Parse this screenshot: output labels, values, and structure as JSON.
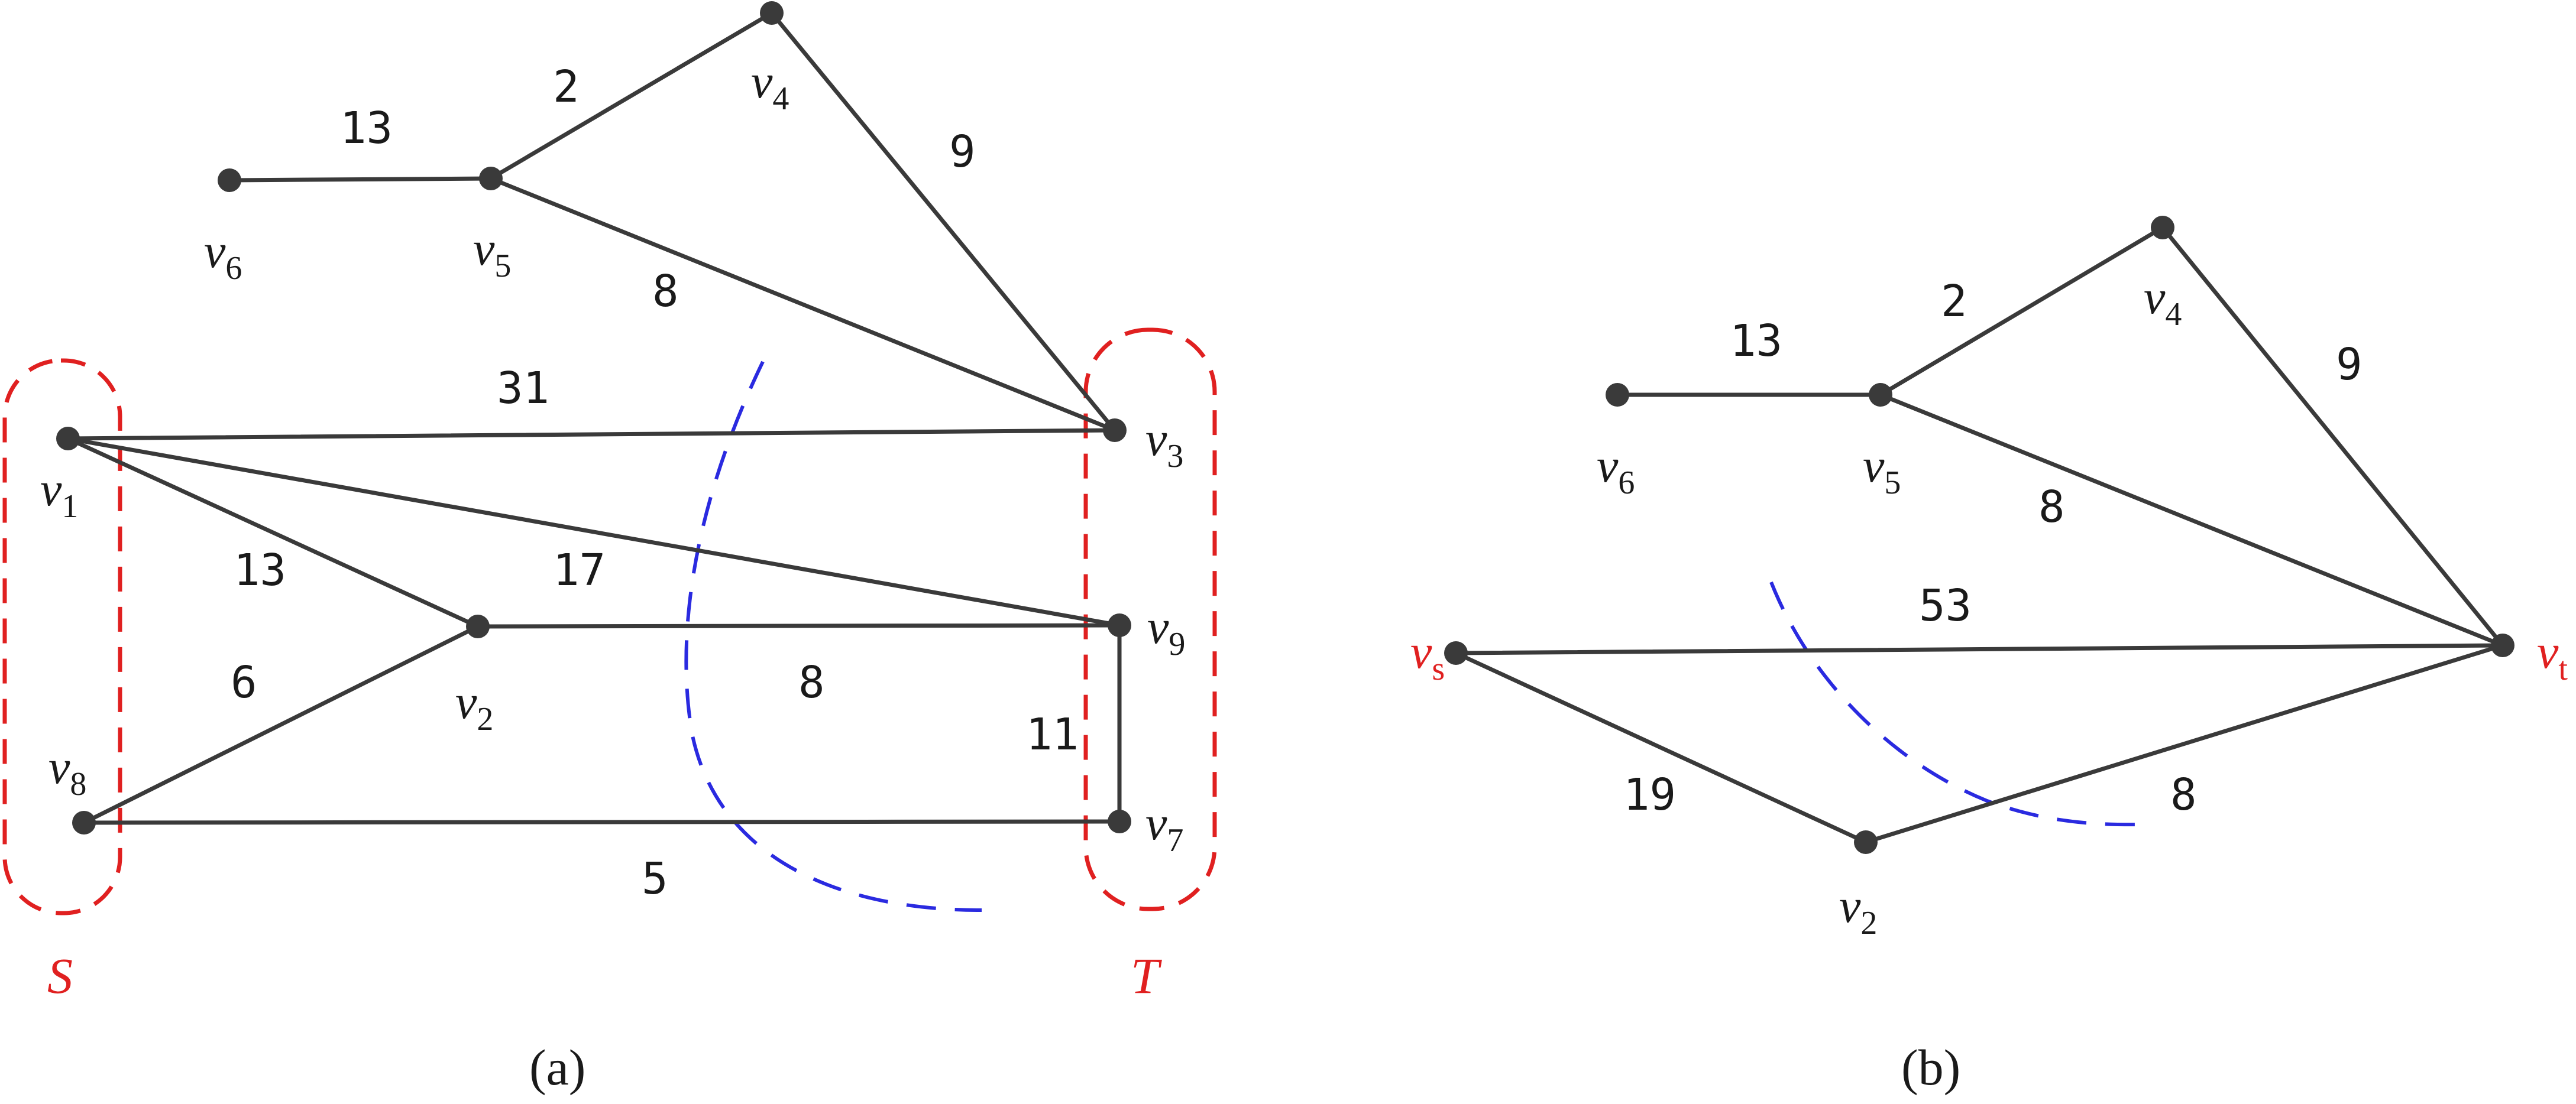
{
  "panel_a": {
    "caption": "(a)",
    "nodes": {
      "v1": {
        "base": "v",
        "sub": "1"
      },
      "v2": {
        "base": "v",
        "sub": "2"
      },
      "v3": {
        "base": "v",
        "sub": "3"
      },
      "v4": {
        "base": "v",
        "sub": "4"
      },
      "v5": {
        "base": "v",
        "sub": "5"
      },
      "v6": {
        "base": "v",
        "sub": "6"
      },
      "v7": {
        "base": "v",
        "sub": "7"
      },
      "v8": {
        "base": "v",
        "sub": "8"
      },
      "v9": {
        "base": "v",
        "sub": "9"
      }
    },
    "edges": [
      {
        "from": "v6",
        "to": "v5",
        "weight": "13"
      },
      {
        "from": "v5",
        "to": "v4",
        "weight": "2"
      },
      {
        "from": "v4",
        "to": "v3",
        "weight": "9"
      },
      {
        "from": "v5",
        "to": "v3",
        "weight": "8"
      },
      {
        "from": "v1",
        "to": "v3",
        "weight": "31"
      },
      {
        "from": "v1",
        "to": "v2",
        "weight": "13"
      },
      {
        "from": "v1",
        "to": "v9",
        "weight": "17"
      },
      {
        "from": "v8",
        "to": "v2",
        "weight": "6"
      },
      {
        "from": "v2",
        "to": "v9",
        "weight": "8"
      },
      {
        "from": "v9",
        "to": "v7",
        "weight": "11"
      },
      {
        "from": "v8",
        "to": "v7",
        "weight": "5"
      }
    ],
    "set_S": "S",
    "set_T": "T"
  },
  "panel_b": {
    "caption": "(b)",
    "nodes": {
      "vs": {
        "base": "v",
        "sub": "s"
      },
      "vt": {
        "base": "v",
        "sub": "t"
      },
      "v2": {
        "base": "v",
        "sub": "2"
      },
      "v4": {
        "base": "v",
        "sub": "4"
      },
      "v5": {
        "base": "v",
        "sub": "5"
      },
      "v6": {
        "base": "v",
        "sub": "6"
      }
    },
    "edges": [
      {
        "from": "v6",
        "to": "v5",
        "weight": "13"
      },
      {
        "from": "v5",
        "to": "v4",
        "weight": "2"
      },
      {
        "from": "v4",
        "to": "vt",
        "weight": "9"
      },
      {
        "from": "v5",
        "to": "vt",
        "weight": "8"
      },
      {
        "from": "vs",
        "to": "vt",
        "weight": "53"
      },
      {
        "from": "vs",
        "to": "v2",
        "weight": "19"
      },
      {
        "from": "v2",
        "to": "vt",
        "weight": "8"
      }
    ]
  },
  "colors": {
    "edge": "#3a3a3a",
    "cut": "#2a2ae0",
    "highlight": "#e02020"
  }
}
